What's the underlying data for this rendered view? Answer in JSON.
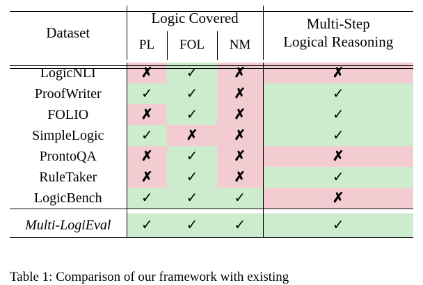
{
  "table": {
    "headers": {
      "dataset": "Dataset",
      "logic_covered": "Logic Covered",
      "multi_step_line1": "Multi-Step",
      "multi_step_line2": "Logical Reasoning",
      "pl": "PL",
      "fol": "FOL",
      "nm": "NM"
    },
    "marks": {
      "yes": "✓",
      "no": "✗"
    },
    "colors": {
      "yes_bg": "#cdeccd",
      "no_bg": "#f2ccd1"
    },
    "rows": [
      {
        "name": "LogicNLI",
        "pl": "no",
        "fol": "yes",
        "nm": "no",
        "multi": "no"
      },
      {
        "name": "ProofWriter",
        "pl": "yes",
        "fol": "yes",
        "nm": "no",
        "multi": "yes"
      },
      {
        "name": "FOLIO",
        "pl": "no",
        "fol": "yes",
        "nm": "no",
        "multi": "yes"
      },
      {
        "name": "SimpleLogic",
        "pl": "yes",
        "fol": "no",
        "nm": "no",
        "multi": "yes"
      },
      {
        "name": "ProntoQA",
        "pl": "no",
        "fol": "yes",
        "nm": "no",
        "multi": "no"
      },
      {
        "name": "RuleTaker",
        "pl": "no",
        "fol": "yes",
        "nm": "no",
        "multi": "yes"
      },
      {
        "name": "LogicBench",
        "pl": "yes",
        "fol": "yes",
        "nm": "yes",
        "multi": "no"
      }
    ],
    "final_row": {
      "name": "Multi-LogiEval",
      "pl": "yes",
      "fol": "yes",
      "nm": "yes",
      "multi": "yes"
    }
  },
  "caption": "Table 1: Comparison of our framework with existing"
}
